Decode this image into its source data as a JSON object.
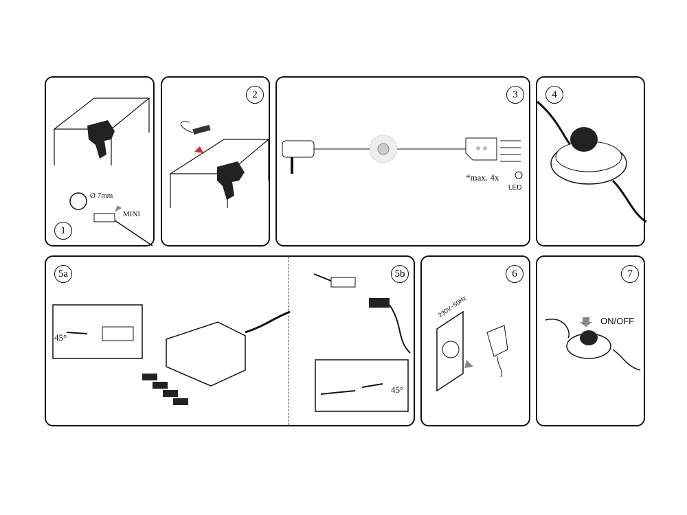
{
  "steps": {
    "s1": {
      "number": "1",
      "diameter": "Ø 7mm",
      "label": "MINI"
    },
    "s2": {
      "number": "2"
    },
    "s3": {
      "number": "3",
      "max_note": "*max. 4x",
      "led": "LED"
    },
    "s4": {
      "number": "4"
    },
    "s5a": {
      "number": "5a",
      "angle": "45°"
    },
    "s5b": {
      "number": "5b",
      "angle": "45°"
    },
    "s6": {
      "number": "6",
      "voltage": "230V~50Hz"
    },
    "s7": {
      "number": "7",
      "switch": "ON/OFF"
    }
  },
  "colors": {
    "line": "#111111",
    "accent": "#e0202a"
  }
}
